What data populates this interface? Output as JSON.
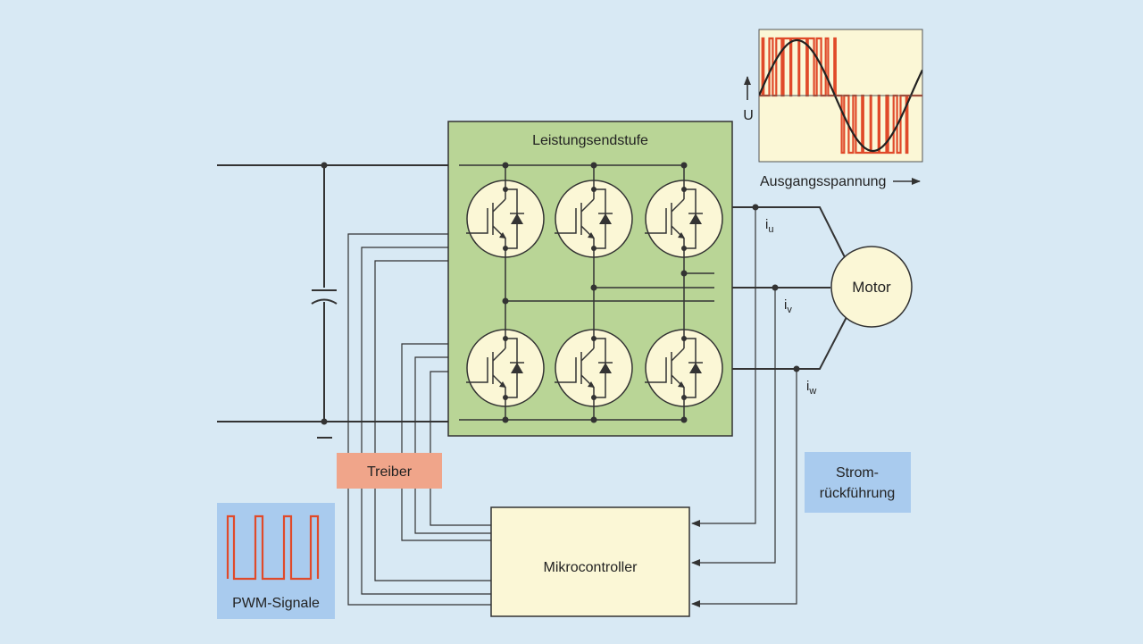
{
  "labels": {
    "power_stage": "Leistungsendstufe",
    "output_voltage": "Ausgangsspannung",
    "voltage_symbol": "U",
    "motor": "Motor",
    "driver": "Treiber",
    "pwm": "PWM-Signale",
    "feedback_line1": "Strom-",
    "feedback_line2": "rückführung",
    "microcontroller": "Mikrocontroller",
    "current_u": "i",
    "current_u_sub": "u",
    "current_v": "i",
    "current_v_sub": "v",
    "current_w": "i",
    "current_w_sub": "w"
  },
  "colors": {
    "background": "#d8e9f4",
    "power_stage_fill": "#b9d596",
    "switch_fill": "#fbf7d6",
    "microcontroller_fill": "#fbf7d6",
    "motor_fill": "#fbf7d6",
    "scope_fill": "#fbf7d6",
    "driver_fill": "#f0a58a",
    "label_box_fill": "#a9cbee",
    "pwm_signal": "#e04a2a",
    "sine_wave": "#222222",
    "line": "#333333"
  },
  "icons": {
    "switches": "igbt-with-diode-icon",
    "capacitor": "capacitor-icon",
    "pwm": "pwm-waveform-icon",
    "scope": "sine-pwm-waveform-icon"
  }
}
